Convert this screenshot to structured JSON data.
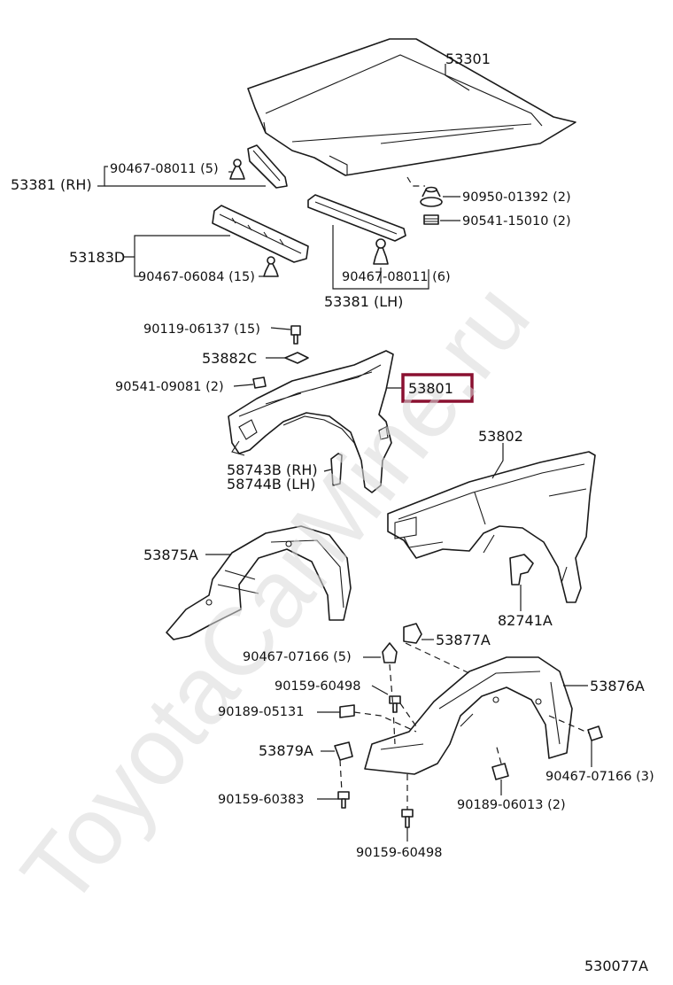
{
  "watermark": "ToyotaCarMine.ru",
  "diagram_code": "530077A",
  "highlight_color": "#8a1030",
  "labels": {
    "p53301": "53301",
    "p53381_rh": "53381 (RH)",
    "p90467_08011_5": "90467-08011 (5)",
    "p90950_01392": "90950-01392 (2)",
    "p90541_15010": "90541-15010 (2)",
    "p53183d": "53183D",
    "p90467_06084": "90467-06084 (15)",
    "p90467_08011_6": "90467-08011 (6)",
    "p53381_lh": "53381 (LH)",
    "p90119_06137": "90119-06137 (15)",
    "p53882c": "53882C",
    "p90541_09081": "90541-09081 (2)",
    "p53801": "53801",
    "p53802": "53802",
    "p58743b": "58743B (RH)",
    "p58744b": "58744B (LH)",
    "p53875a": "53875A",
    "p82741a": "82741A",
    "p53877a": "53877A",
    "p90467_07166_5": "90467-07166 (5)",
    "p53876a": "53876A",
    "p90159_60498_a": "90159-60498",
    "p90189_05131": "90189-05131",
    "p53879a": "53879A",
    "p90467_07166_3": "90467-07166 (3)",
    "p90159_60383": "90159-60383",
    "p90189_06013": "90189-06013 (2)",
    "p90159_60498_b": "90159-60498"
  }
}
